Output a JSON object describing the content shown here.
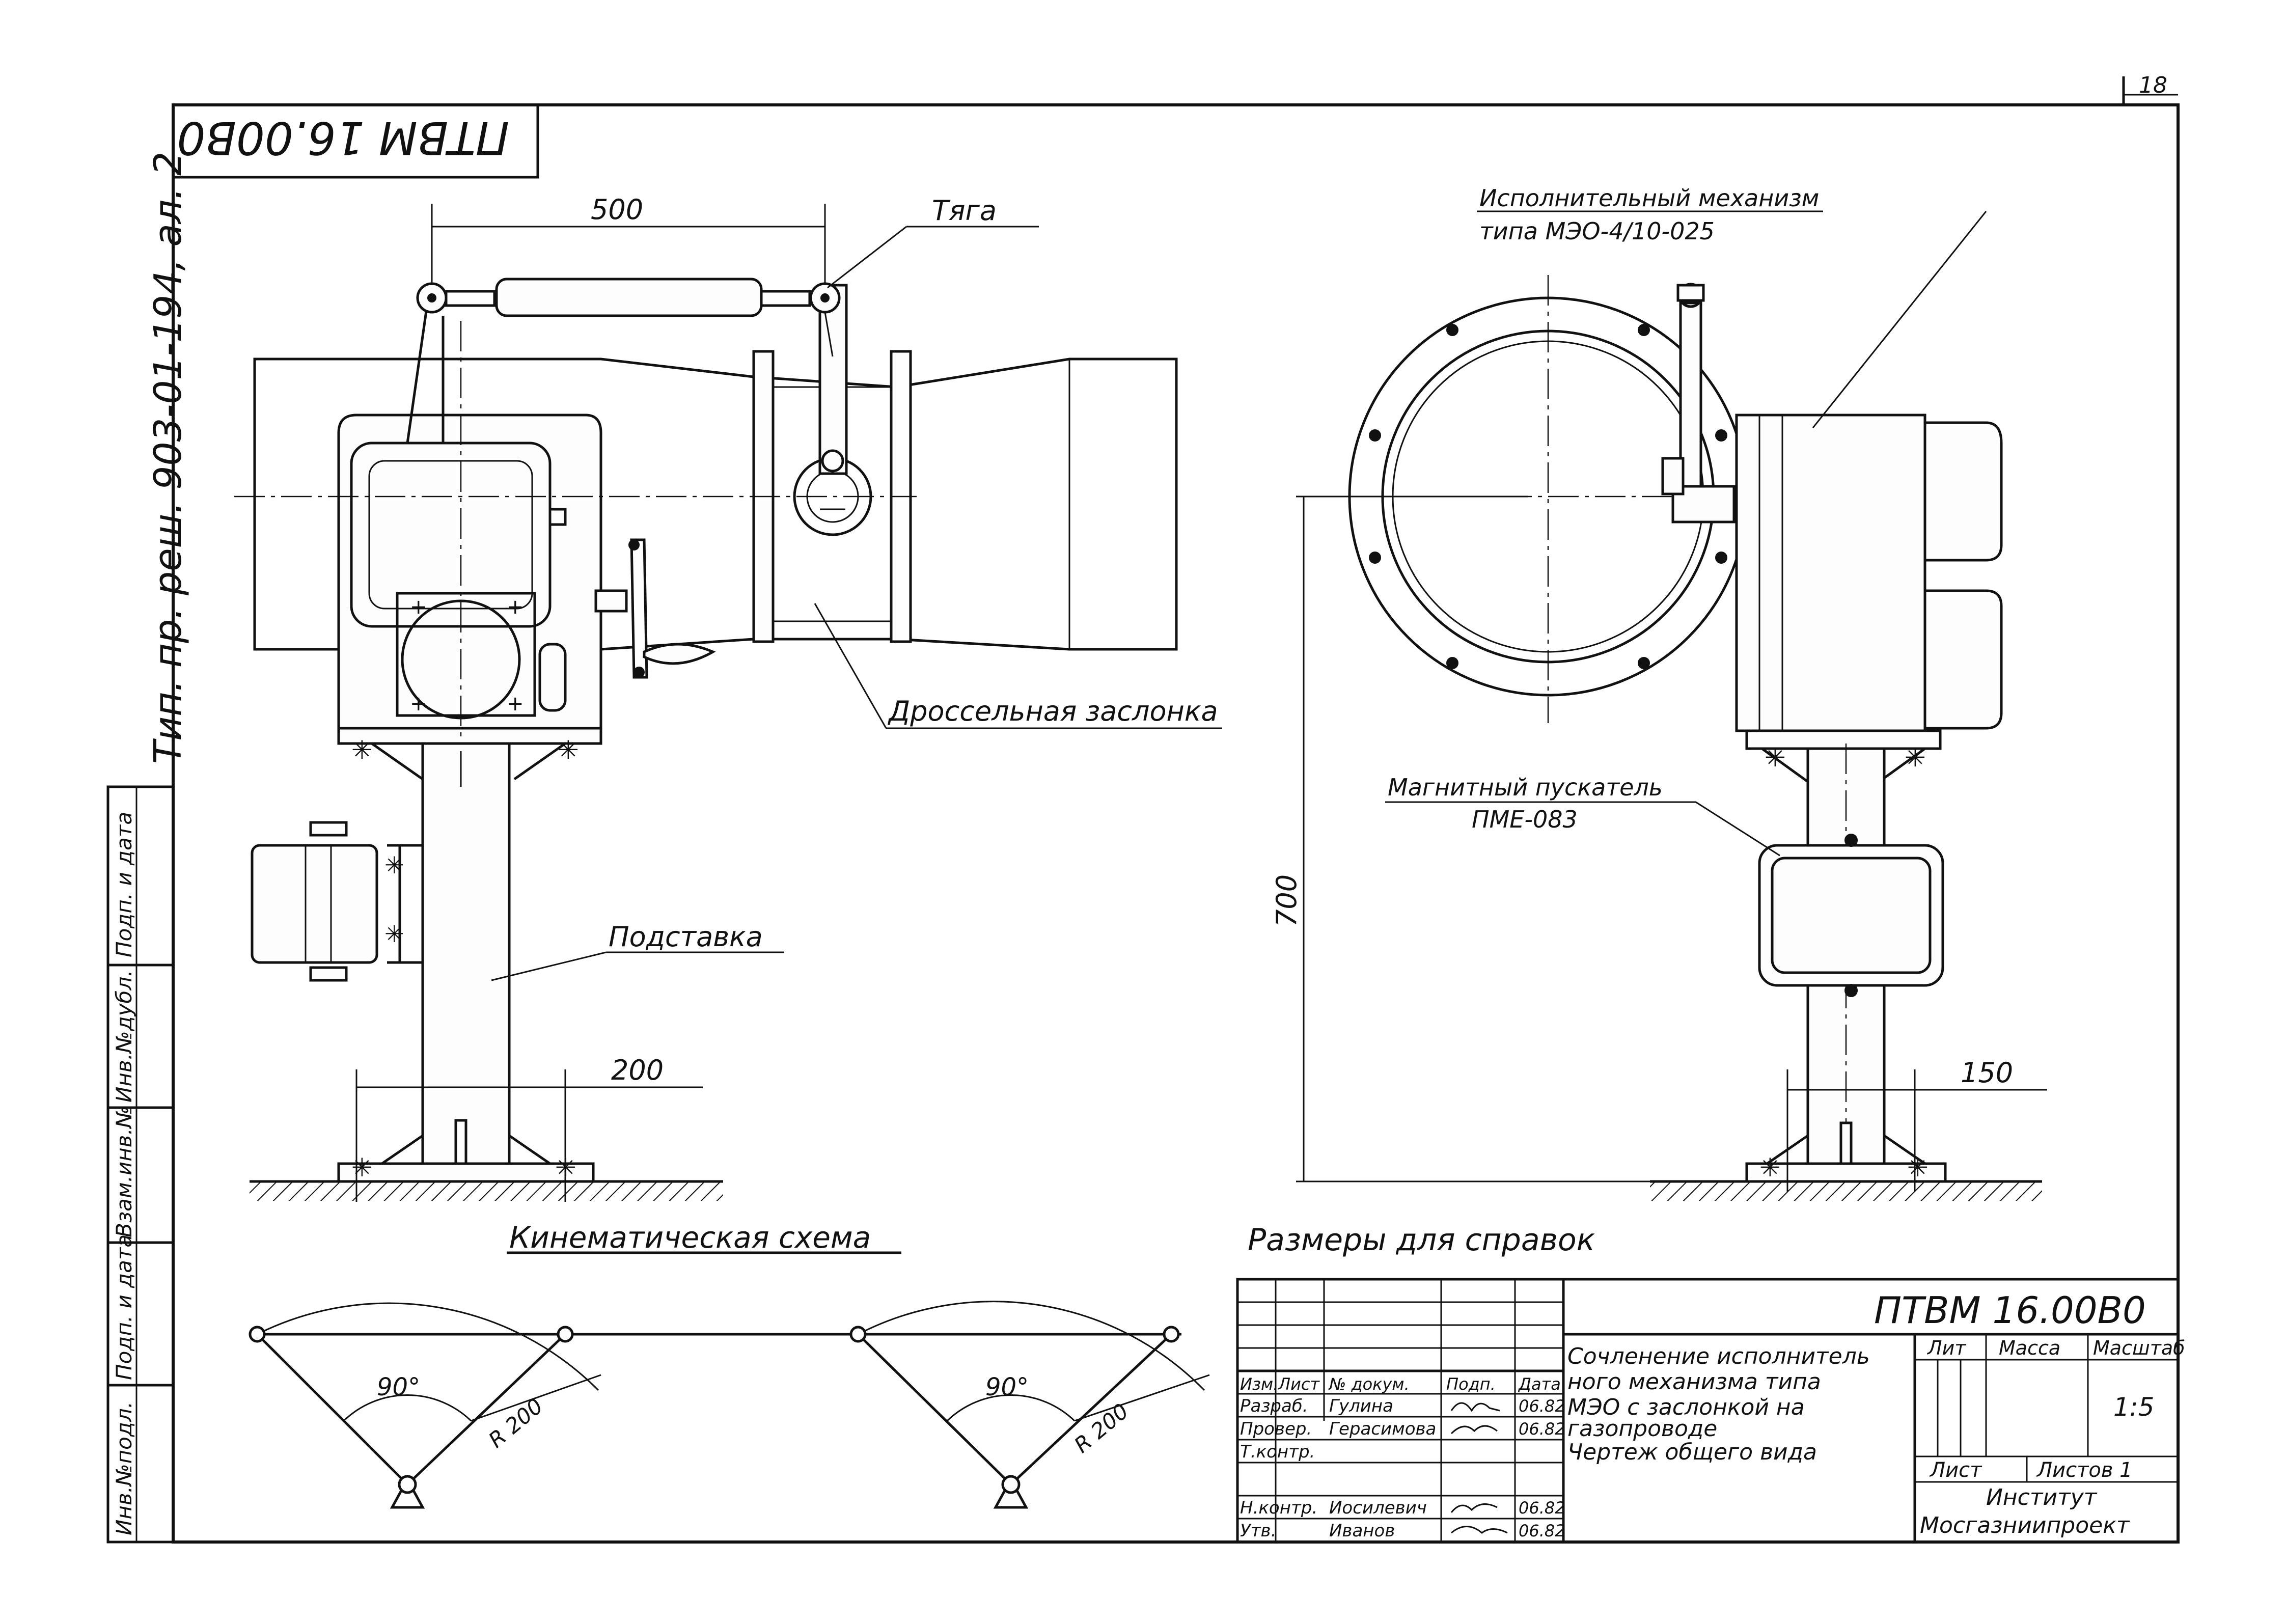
{
  "sheet": {
    "page_number": "18",
    "stamp_code_rotated": "ПТВМ 16.00В0",
    "side_reference": "Тип. пр. реш. 903-01-194, ал. 2"
  },
  "left_stamp_labels": [
    "Подп. и дата",
    "Инв.№дубл.",
    "Взам.инв.№",
    "Подп. и дата",
    "Инв.№подл."
  ],
  "front_view": {
    "dimension_top": "500",
    "dimension_base": "200",
    "label_rod": "Тяга",
    "label_throttle_valve": "Дроссельная заслонка",
    "label_stand": "Подставка"
  },
  "side_view": {
    "label_actuator_line1": "Исполнительный механизм",
    "label_actuator_line2": "типа МЭО-4/10-025",
    "label_starter_line1": "Магнитный пускатель",
    "label_starter_line2": "ПМЕ-083",
    "dimension_height": "700",
    "dimension_base": "150"
  },
  "kinematic_scheme": {
    "title": "Кинематическая схема",
    "left": {
      "angle": "90°",
      "radius": "R 200"
    },
    "right": {
      "angle": "90°",
      "radius": "R 200"
    }
  },
  "note_reference_dimensions": "Размеры для справок",
  "title_block": {
    "designation": "ПТВМ 16.00В0",
    "header_row": [
      "Изм.",
      "Лист",
      "№ докум.",
      "Подп.",
      "Дата"
    ],
    "rows": [
      {
        "role": "Разраб.",
        "name": "Гулина",
        "date": "06.82"
      },
      {
        "role": "Провер.",
        "name": "Герасимова",
        "date": "06.82"
      },
      {
        "role": "Т.контр.",
        "name": "",
        "date": ""
      },
      {
        "role": "Н.контр.",
        "name": "Иосилевич",
        "date": "06.82"
      },
      {
        "role": "Утв.",
        "name": "Иванов",
        "date": "06.82"
      }
    ],
    "title_lines": [
      "Сочленение исполнитель",
      "ного механизма типа",
      "МЭО с заслонкой на",
      "газопроводе",
      "Чертеж общего вида"
    ],
    "col_lit": "Лит",
    "col_mass": "Масса",
    "col_scale": "Масштаб",
    "scale_value": "1:5",
    "sheet_label": "Лист",
    "sheets_label": "Листов 1",
    "org_line1": "Институт",
    "org_line2": "Мосгазниипроект"
  }
}
